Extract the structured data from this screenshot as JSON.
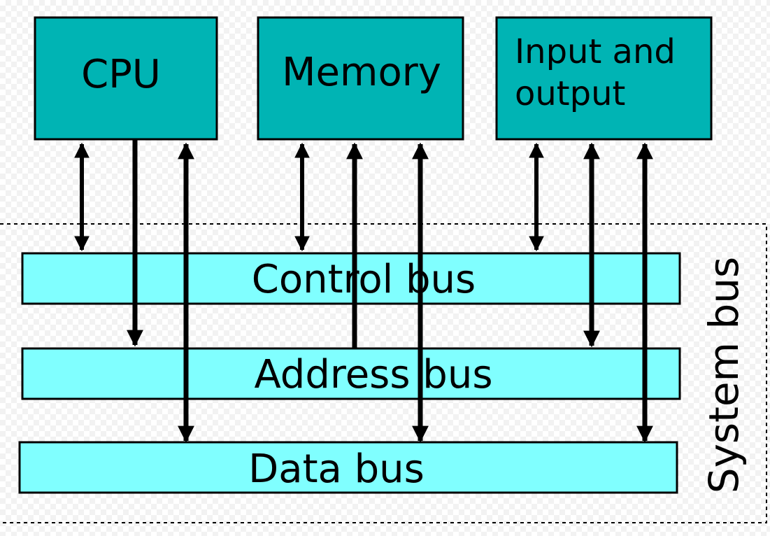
{
  "components": {
    "cpu": {
      "label": "CPU"
    },
    "memory": {
      "label": "Memory"
    },
    "io": {
      "line1": "Input and",
      "line2": "output"
    }
  },
  "buses": {
    "control": {
      "label": "Control bus"
    },
    "address": {
      "label": "Address bus"
    },
    "data": {
      "label": "Data bus"
    },
    "system": {
      "label": "System bus"
    }
  },
  "colors": {
    "component_fill": "#00b4b4",
    "bus_fill": "#80ffff",
    "stroke": "#000000"
  }
}
